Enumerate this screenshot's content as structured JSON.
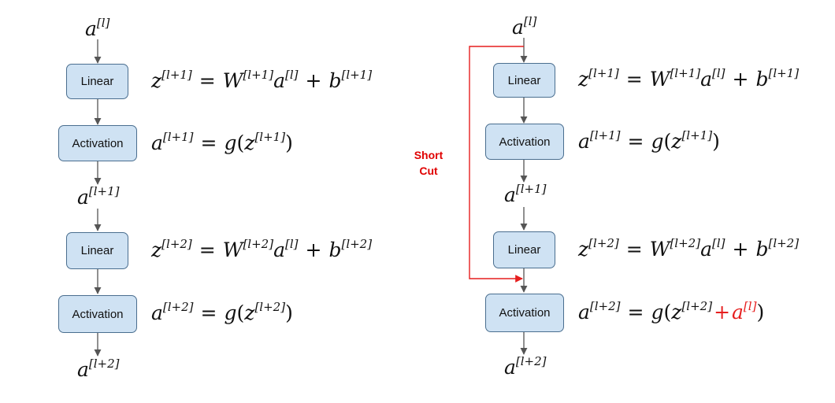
{
  "var": "a",
  "lin": "z",
  "weight": "W",
  "bias": "b",
  "func": "g",
  "eq": "=",
  "plus": "+",
  "lp": "(",
  "rp": ")",
  "sup_l": "[l]",
  "sup_l1": "[l+1]",
  "sup_l2": "[l+2]",
  "blocks": {
    "linear": "Linear",
    "activation": "Activation"
  },
  "shortcut": {
    "line1": "Short",
    "line2": "Cut"
  },
  "colors": {
    "box_fill": "#cfe2f3",
    "box_border": "#4a6e8f",
    "arrow": "#555555",
    "shortcut": "#e61e1e"
  }
}
